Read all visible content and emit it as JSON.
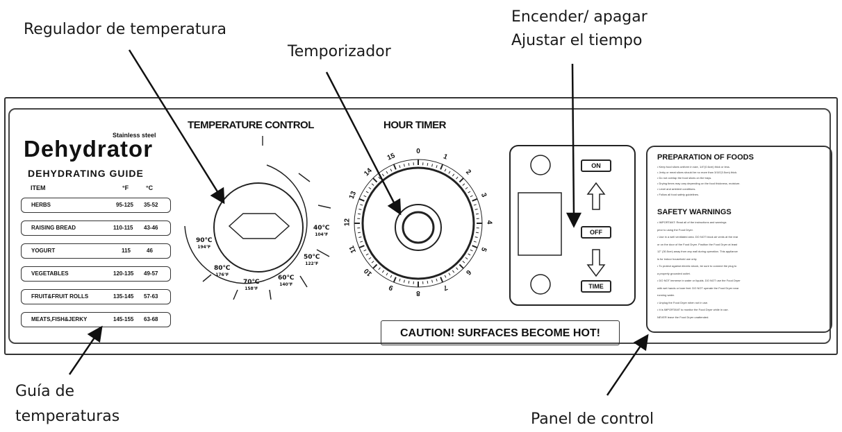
{
  "callouts": {
    "temp_regulator": "Regulador de temperatura",
    "timer": "Temporizador",
    "on_off": "Encender/ apagar",
    "adjust_time": "Ajustar el tiempo",
    "guide_line1": "Guía de",
    "guide_line2": "temperaturas",
    "control_panel": "Panel de control"
  },
  "panel": {
    "brand_sub": "Stainless steel",
    "brand": "Dehydrator",
    "guide_title": "DEHYDRATING  GUIDE",
    "guide_headers": {
      "item": "ITEM",
      "f": "°F",
      "c": "°C"
    },
    "guide_rows": [
      {
        "item": "HERBS",
        "f": "95-125",
        "c": "35-52"
      },
      {
        "item": "RAISING BREAD",
        "f": "110-115",
        "c": "43-46"
      },
      {
        "item": "YOGURT",
        "f": "115",
        "c": "46"
      },
      {
        "item": "VEGETABLES",
        "f": "120-135",
        "c": "49-57"
      },
      {
        "item": "FRUIT&FRUIT ROLLS",
        "f": "135-145",
        "c": "57-63"
      },
      {
        "item": "MEATS,FISH&JERKY",
        "f": "145-155",
        "c": "63-68"
      }
    ],
    "temp_heading": "TEMPERATURE CONTROL",
    "timer_heading": "HOUR TIMER",
    "temp_marks": [
      {
        "c": "40℃",
        "f": "104℉"
      },
      {
        "c": "50℃",
        "f": "122℉"
      },
      {
        "c": "60℃",
        "f": "140℉"
      },
      {
        "c": "70℃",
        "f": "158℉"
      },
      {
        "c": "80℃",
        "f": "176℉"
      },
      {
        "c": "90℃",
        "f": "194℉"
      }
    ],
    "timer_numbers": [
      "0",
      "1",
      "2",
      "3",
      "4",
      "5",
      "6",
      "7",
      "8",
      "9",
      "10",
      "11",
      "12",
      "13",
      "14",
      "15"
    ],
    "buttons": {
      "on": "ON",
      "off": "OFF",
      "time": "TIME"
    },
    "caution": "CAUTION! SURFACES BECOME HOT!",
    "prep_title": "PREPARATION OF FOODS",
    "prep_lines": [
      "• Keep food slices uniform in size, 1/4\"(0.6cm) thick or less.",
      "• Jerky or meat slices should be no more than 3/16\"(0.5cm) thick.",
      "• Do not overlap the food slices on the trays.",
      "• Drying times may vary depending on the food thickness, moisture.",
      "• Level and ambient conditions.",
      "• Follow all food safety guidelines."
    ],
    "safety_title": "SAFETY WARNINGS",
    "safety_lines": [
      "• IMPORTANT: Read all of the instructions and warnings",
      "  prior to using the Food Dryer.",
      "• Use in a well ventilated area. DO NOT block air vents at the rear",
      "  or on the door of the Food Dryer. Position the Food Dryer at least",
      "  12\" (30.5cm) away from any wall during operation. This appliance",
      "  is for indoor household use only.",
      "• To protect against electric shock, be sure to connect the plug to",
      "  a properly grounded outlet.",
      "• DO NOT immerse in water or liquids. DO NOT use the Food Dryer",
      "  with wet hands or bare feet. DO NOT operate the Food Dryer near",
      "  running water.",
      "• Unplug the Food Dryer when not in use.",
      "• It is IMPORTANT to monitor the Food Dryer while in use.",
      "  NEVER leave the Food Dryer unattended."
    ]
  }
}
